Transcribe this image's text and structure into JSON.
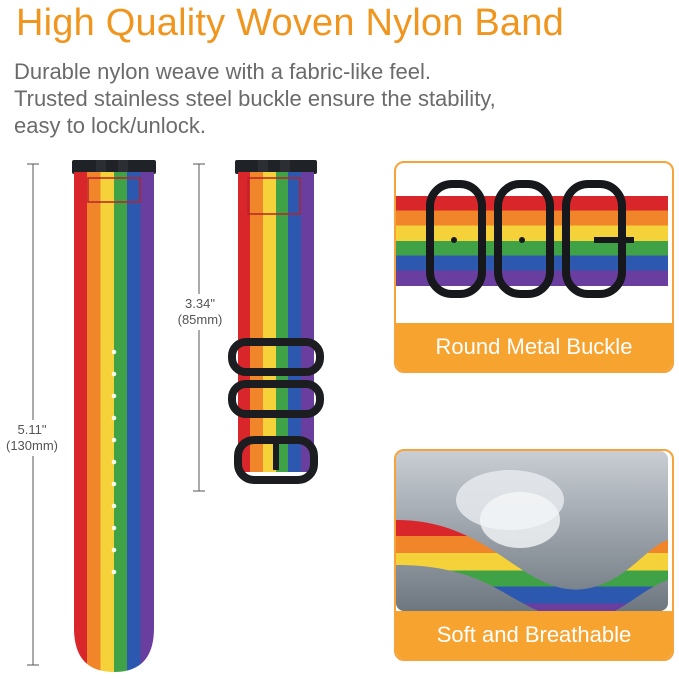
{
  "heading": "High Quality Woven Nylon Band",
  "description": [
    "Durable nylon weave with a fabric-like feel.",
    "Trusted stainless steel buckle ensure the stability,",
    "easy to lock/unlock."
  ],
  "dimensions": {
    "long": {
      "inches": "5.11\"",
      "mm": "(130mm)"
    },
    "short": {
      "inches": "3.34\"",
      "mm": "(85mm)"
    }
  },
  "panels": {
    "buckle": "Round Metal Buckle",
    "soft": "Soft and Breathable"
  },
  "colors": {
    "accent": "#f7a330",
    "heading": "#f0951e",
    "stripes": [
      "#d8262b",
      "#f0852a",
      "#f5d23a",
      "#3fa246",
      "#2d58b0",
      "#6a3e9e"
    ]
  }
}
